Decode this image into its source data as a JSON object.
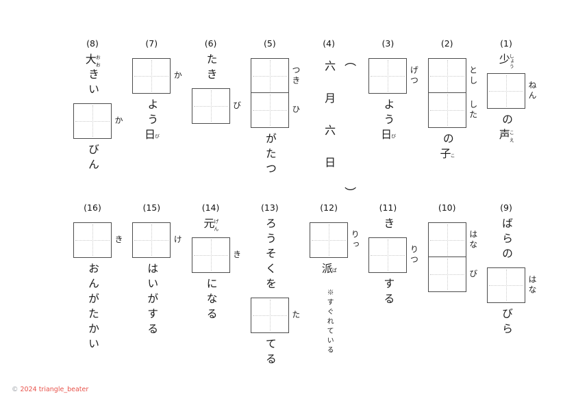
{
  "footer": {
    "symbol": "©",
    "text": "2024 triangle_beater"
  },
  "rows": [
    {
      "items": [
        {
          "num": "(1)",
          "parts": [
            {
              "t": "ruby",
              "base": "少",
              "ruby": "しょう"
            },
            {
              "t": "box",
              "reading": "ねん"
            },
            {
              "t": "text",
              "text": "の"
            },
            {
              "t": "ruby",
              "base": "声",
              "ruby": "こえ"
            }
          ]
        },
        {
          "num": "(2)",
          "parts": [
            {
              "t": "box2",
              "readings": [
                "とし",
                "した"
              ]
            },
            {
              "t": "text",
              "text": "の"
            },
            {
              "t": "ruby",
              "base": "子",
              "ruby": "こ"
            }
          ]
        },
        {
          "num": "(3)",
          "parts": [
            {
              "t": "box",
              "reading": "げつ"
            },
            {
              "t": "text",
              "text": "よう"
            },
            {
              "t": "ruby",
              "base": "日",
              "ruby": "び"
            }
          ]
        },
        {
          "num": "(4)",
          "parts": [
            {
              "t": "paren-date",
              "open": "（",
              "text": "六月六日",
              "close": "）"
            }
          ]
        },
        {
          "num": "(5)",
          "parts": [
            {
              "t": "box2",
              "readings": [
                "つき",
                "ひ"
              ]
            },
            {
              "t": "text",
              "text": "がたつ"
            }
          ]
        },
        {
          "num": "(6)",
          "parts": [
            {
              "t": "text",
              "text": "たき"
            },
            {
              "t": "box",
              "reading": "び"
            }
          ]
        },
        {
          "num": "(7)",
          "parts": [
            {
              "t": "box",
              "reading": "か"
            },
            {
              "t": "text",
              "text": "よう"
            },
            {
              "t": "ruby",
              "base": "日",
              "ruby": "び"
            }
          ]
        },
        {
          "num": "(8)",
          "parts": [
            {
              "t": "ruby",
              "base": "大",
              "ruby": "おお"
            },
            {
              "t": "text",
              "text": "きい"
            },
            {
              "t": "box",
              "reading": "か"
            },
            {
              "t": "text",
              "text": "びん"
            }
          ]
        }
      ]
    },
    {
      "items": [
        {
          "num": "(9)",
          "parts": [
            {
              "t": "text",
              "text": "ばらの"
            },
            {
              "t": "box",
              "reading": "はな"
            },
            {
              "t": "text",
              "text": "びら"
            }
          ]
        },
        {
          "num": "(10)",
          "parts": [
            {
              "t": "box2",
              "readings": [
                "はな",
                "び"
              ]
            }
          ]
        },
        {
          "num": "(11)",
          "parts": [
            {
              "t": "text",
              "text": "き"
            },
            {
              "t": "box",
              "reading": "りつ"
            },
            {
              "t": "text",
              "text": "する"
            }
          ]
        },
        {
          "num": "(12)",
          "parts": [
            {
              "t": "box",
              "reading": "りっ"
            },
            {
              "t": "ruby",
              "base": "派",
              "ruby": "ぱ"
            },
            {
              "t": "note",
              "text": "※すぐれている"
            }
          ]
        },
        {
          "num": "(13)",
          "parts": [
            {
              "t": "text",
              "text": "ろうそくを"
            },
            {
              "t": "box",
              "reading": "た"
            },
            {
              "t": "text",
              "text": "てる"
            }
          ]
        },
        {
          "num": "(14)",
          "parts": [
            {
              "t": "ruby",
              "base": "元",
              "ruby": "げん"
            },
            {
              "t": "box",
              "reading": "き"
            },
            {
              "t": "text",
              "text": "になる"
            }
          ]
        },
        {
          "num": "(15)",
          "parts": [
            {
              "t": "box",
              "reading": "け"
            },
            {
              "t": "text",
              "text": "はいがする"
            }
          ]
        },
        {
          "num": "(16)",
          "parts": [
            {
              "t": "box",
              "reading": "き"
            },
            {
              "t": "text",
              "text": "おんがたかい"
            }
          ]
        }
      ]
    }
  ]
}
